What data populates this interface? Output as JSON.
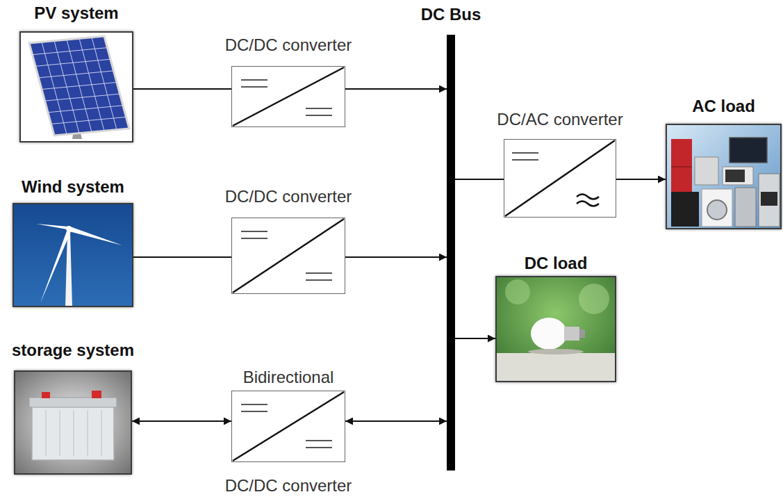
{
  "diagram": {
    "nodes": [
      {
        "text": [
          "PV  system"
        ]
      },
      {
        "text": [
          "DC/DC converter"
        ]
      },
      {
        "text": [
          "DC Bus"
        ]
      },
      {
        "text": [
          "DC/AC converter"
        ]
      },
      {
        "text": [
          "AC load"
        ]
      },
      {
        "text": [
          "Wind system"
        ]
      },
      {
        "text": [
          "DC/DC converter"
        ]
      },
      {
        "text": [
          "DC load"
        ]
      },
      {
        "text": [
          "storage system"
        ]
      },
      {
        "text": [
          "Bidirectional",
          "DC/DC converter"
        ]
      }
    ],
    "edges": [
      {
        "from": 0,
        "to": 1,
        "arrow": "none"
      },
      {
        "from": 1,
        "to": 2,
        "arrow": "to"
      },
      {
        "from": 2,
        "to": 3,
        "arrow": "none"
      },
      {
        "from": 3,
        "to": 4,
        "arrow": "to"
      },
      {
        "from": 5,
        "to": 6,
        "arrow": "none"
      },
      {
        "from": 6,
        "to": 2,
        "arrow": "to"
      },
      {
        "from": 2,
        "to": 7,
        "arrow": "to"
      },
      {
        "from": 8,
        "to": 9,
        "arrow": "both"
      },
      {
        "from": 9,
        "to": 2,
        "arrow": "both"
      }
    ]
  }
}
